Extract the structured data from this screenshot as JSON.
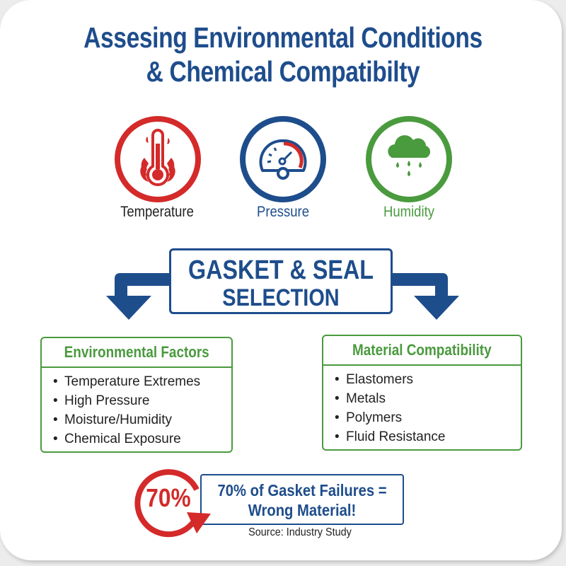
{
  "title": {
    "line1": "Assesing Environmental Conditions",
    "line2": "& Chemical Compatibilty"
  },
  "conditions": [
    {
      "label": "Temperature",
      "icon": "thermometer-flame-icon",
      "color": "#d42a2a",
      "label_color": "#222222"
    },
    {
      "label": "Pressure",
      "icon": "pressure-gauge-icon",
      "color": "#1e4d8c",
      "label_color": "#1e4d8c"
    },
    {
      "label": "Humidity",
      "icon": "rain-cloud-icon",
      "color": "#4a9a3e",
      "label_color": "#4a9a3e"
    }
  ],
  "center": {
    "line1": "GASKET & SEAL",
    "line2": "SELECTION"
  },
  "environmental_factors": {
    "heading": "Environmental Factors",
    "items": [
      "Temperature Extremes",
      "High Pressure",
      "Moisture/Humidity",
      "Chemical Exposure"
    ]
  },
  "material_compatibility": {
    "heading": "Material Compatibility",
    "items": [
      "Elastomers",
      "Metals",
      "Polymers",
      "Fluid Resistance"
    ]
  },
  "stat": {
    "percent": "70%",
    "line1": "70% of Gasket Failures =",
    "line2": "Wrong Material!",
    "source": "Source: Industry Study"
  },
  "colors": {
    "blue": "#1e4d8c",
    "red": "#d42a2a",
    "green": "#4a9a3e"
  }
}
